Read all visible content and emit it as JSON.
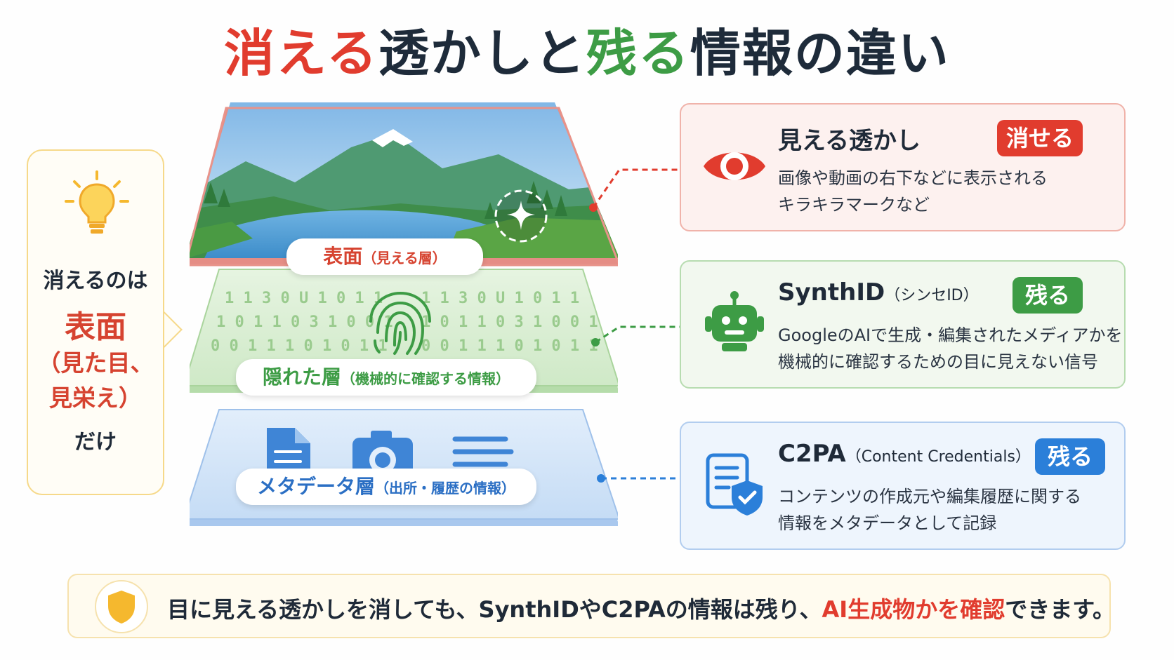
{
  "title": {
    "part1": "消える",
    "part2": "透かしと",
    "part3": "残る",
    "part4": "情報の違い"
  },
  "note": {
    "line1": "消えるのは",
    "line2": "表面",
    "line3a": "（見た目、",
    "line3b": "見栄え）",
    "line4": "だけ"
  },
  "layers": {
    "surface": {
      "label": "表面",
      "sub": "（見える層）"
    },
    "hidden": {
      "label": "隠れた層",
      "sub": "（機械的に確認する情報）"
    },
    "metadata": {
      "label": "メタデータ層",
      "sub": "（出所・履歴の情報）"
    },
    "binary_rows": [
      "1 1 3 0 U 1 0 1 1",
      "1 0 1 1 0 3 1 0 0 1",
      "0 0 1 1 1 0 1 0 1 1"
    ]
  },
  "cards": {
    "visible": {
      "title": "見える透かし",
      "badge": "消せる",
      "desc1": "画像や動画の右下などに表示される",
      "desc2": "キラキラマークなど"
    },
    "synthid": {
      "title": "SynthID",
      "subtitle": "（シンセID）",
      "badge": "残る",
      "desc1": "GoogleのAIで生成・編集されたメディアかを",
      "desc2": "機械的に確認するための目に見えない信号"
    },
    "c2pa": {
      "title": "C2PA",
      "subtitle": "（Content Credentials）",
      "badge": "残る",
      "desc1": "コンテンツの作成元や編集履歴に関する",
      "desc2": "情報をメタデータとして記録"
    }
  },
  "banner": {
    "text1": "目に見える透かしを消しても、SynthIDやC2PAの情報は残り、",
    "highlight": "AI生成物かを確認",
    "text2": "できます。"
  },
  "colors": {
    "red": "#e13c2e",
    "green": "#3d9c45",
    "blue": "#2b7fd9",
    "yellow": "#f5b82e"
  },
  "icons": {
    "note": "lightbulb-icon",
    "visible": "eye-icon",
    "synthid": "robot-icon",
    "c2pa": "document-shield-icon",
    "banner": "shield-icon",
    "surface": "sparkle-icon",
    "hidden": "fingerprint-icon",
    "metadata": [
      "document-icon",
      "camera-icon",
      "text-lines-icon"
    ]
  }
}
